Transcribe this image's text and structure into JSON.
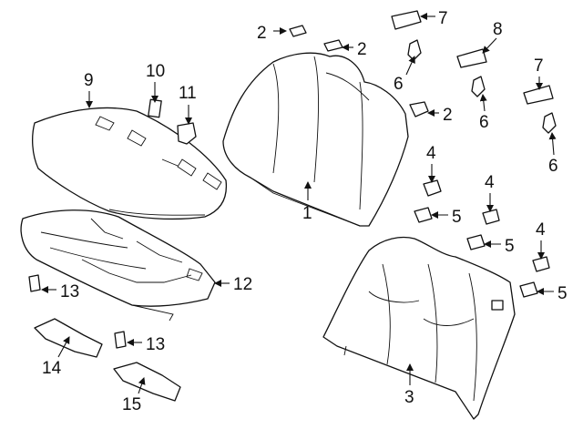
{
  "diagram": {
    "callouts": {
      "c1": "1",
      "c2a": "2",
      "c2b": "2",
      "c2c": "2",
      "c3": "3",
      "c4a": "4",
      "c4b": "4",
      "c4c": "4",
      "c5a": "5",
      "c5b": "5",
      "c5c": "5",
      "c6a": "6",
      "c6b": "6",
      "c6c": "6",
      "c7a": "7",
      "c7b": "7",
      "c8": "8",
      "c9": "9",
      "c10": "10",
      "c11": "11",
      "c12": "12",
      "c13a": "13",
      "c13b": "13",
      "c14": "14",
      "c15": "15"
    }
  }
}
